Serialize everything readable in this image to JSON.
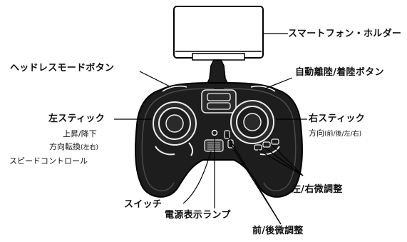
{
  "labels": {
    "phone_holder": "スマートフォン・ホルダー",
    "headless_mode_button": "ヘッドレスモードボタン",
    "auto_takeoff_land_button": "自動離陸/着陸ボタン",
    "left_stick": "左スティック",
    "left_stick_desc_1": "上昇/降下",
    "left_stick_desc_2": "方向転換",
    "left_stick_desc_2_note": "(左右)",
    "left_stick_desc_3": "スピードコントロール",
    "right_stick": "右スティック",
    "right_stick_desc": "方向",
    "right_stick_desc_note": "(前/後/左/右)",
    "lr_trim": "左/右微調整",
    "switch": "スイッチ",
    "power_lamp": "電源表示ランプ",
    "fb_trim": "前/後微調整"
  },
  "colors": {
    "controller_body": "#1d1d1d",
    "controller_outline": "#000000",
    "controller_highlight": "#f4f4f4",
    "leader_line": "#000000"
  }
}
